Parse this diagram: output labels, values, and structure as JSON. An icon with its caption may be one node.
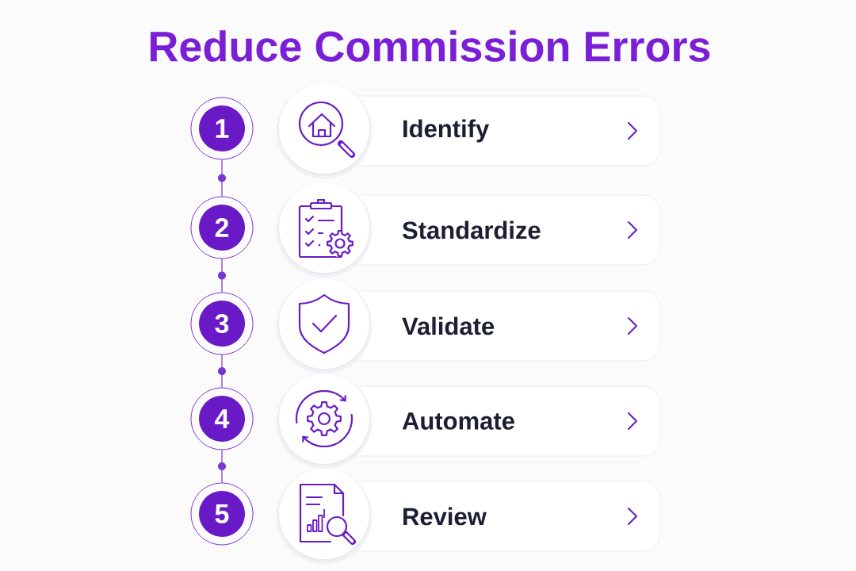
{
  "diagram": {
    "title": "Reduce Commission Errors",
    "nodes": [
      {
        "text": [
          "1"
        ]
      },
      {
        "text": [
          "Identify"
        ]
      },
      {
        "text": [
          "2"
        ]
      },
      {
        "text": [
          "Standardize"
        ]
      },
      {
        "text": [
          "3"
        ]
      },
      {
        "text": [
          "Validate"
        ]
      },
      {
        "text": [
          "4"
        ]
      },
      {
        "text": [
          "Automate"
        ]
      },
      {
        "text": [
          "5"
        ]
      },
      {
        "text": [
          "Review"
        ]
      }
    ],
    "edges": [
      {
        "from": 0,
        "to": 2,
        "arrow": "none"
      },
      {
        "from": 2,
        "to": 4,
        "arrow": "none"
      },
      {
        "from": 4,
        "to": 6,
        "arrow": "none"
      },
      {
        "from": 6,
        "to": 8,
        "arrow": "none"
      }
    ]
  }
}
